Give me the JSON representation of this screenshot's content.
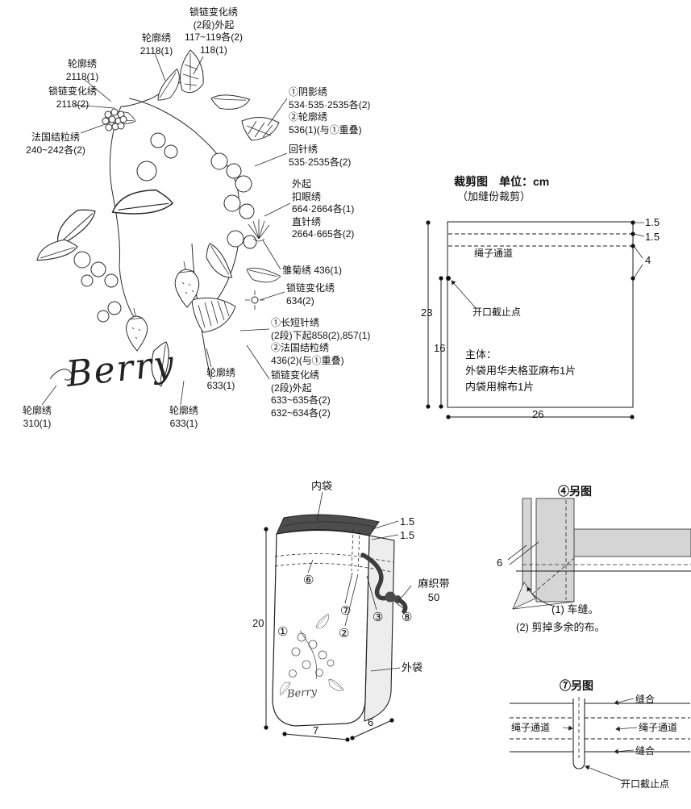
{
  "embroidery": {
    "script": "Berry",
    "labels": {
      "chain_top": [
        "锁链变化绣",
        "(2段)外起",
        "117~119各(2)",
        "118(1)"
      ],
      "outline_2118a": [
        "轮廓绣",
        "2118(1)"
      ],
      "outline_2118b": [
        "轮廓绣",
        "2118(1)"
      ],
      "chain_2118": [
        "锁链变化绣",
        "2118(2)"
      ],
      "french_240": [
        "法国结粒绣",
        "240~242各(2)"
      ],
      "shadow_534": [
        "①阴影绣",
        "534·535·2535各(2)",
        "②轮廓绣",
        "536(1)(与①重叠)"
      ],
      "back_535": [
        "回针绣",
        "535·2535各(2)"
      ],
      "buttonhole": [
        "外起",
        "扣眼绣",
        "664·2664各(1)",
        "直针绣",
        "2664·665各(2)"
      ],
      "daisy_436": [
        "雏菊绣 436(1)"
      ],
      "chain_634": [
        "锁链变化绣",
        "634(2)"
      ],
      "longshort": [
        "①长短针绣",
        "(2段)下起858(2),857(1)",
        "②法国结粒绣",
        "436(2)(与①重叠)"
      ],
      "outline_633a": [
        "轮廓绣",
        "633(1)"
      ],
      "chain_633": [
        "锁链变化绣",
        "(2段)外起",
        "633~635各(2)",
        "632~634各(2)"
      ],
      "outline_633b": [
        "轮廓绣",
        "633(1)"
      ],
      "outline_310": [
        "轮廓绣",
        "310(1)"
      ]
    }
  },
  "cutting": {
    "title": "裁剪图　单位：cm",
    "subtitle": "（加缝份裁剪）",
    "channel": "绳子通道",
    "opening_stop": "开口截止点",
    "body": [
      "主体：",
      "外袋用华夫格亚麻布1片",
      "内袋用棉布1片"
    ],
    "dims": {
      "height": "23",
      "inner": "16",
      "width": "26",
      "t1": "1.5",
      "t2": "1.5",
      "t3": "4"
    }
  },
  "bag": {
    "inner": "内袋",
    "outer": "外袋",
    "tape": [
      "麻织带",
      "50"
    ],
    "script": "Berry",
    "dims": {
      "h": "20",
      "w": "7",
      "d": "6",
      "s1": "1.5",
      "s2": "1.5"
    },
    "marks": {
      "n1": "①",
      "n2": "②",
      "n3": "③",
      "n6": "⑥",
      "n7": "⑦",
      "n8": "⑧"
    }
  },
  "detail4": {
    "title": "④另图",
    "dim": "6",
    "note1": "(1) 车缝。",
    "note2": "(2) 剪掉多余的布。"
  },
  "detail7": {
    "title": "⑦另图",
    "sew_top": "缝合",
    "channel_left": "绳子通道",
    "channel_right": "绳子通道",
    "sew_bottom": "缝合",
    "opening_stop": "开口截止点"
  }
}
